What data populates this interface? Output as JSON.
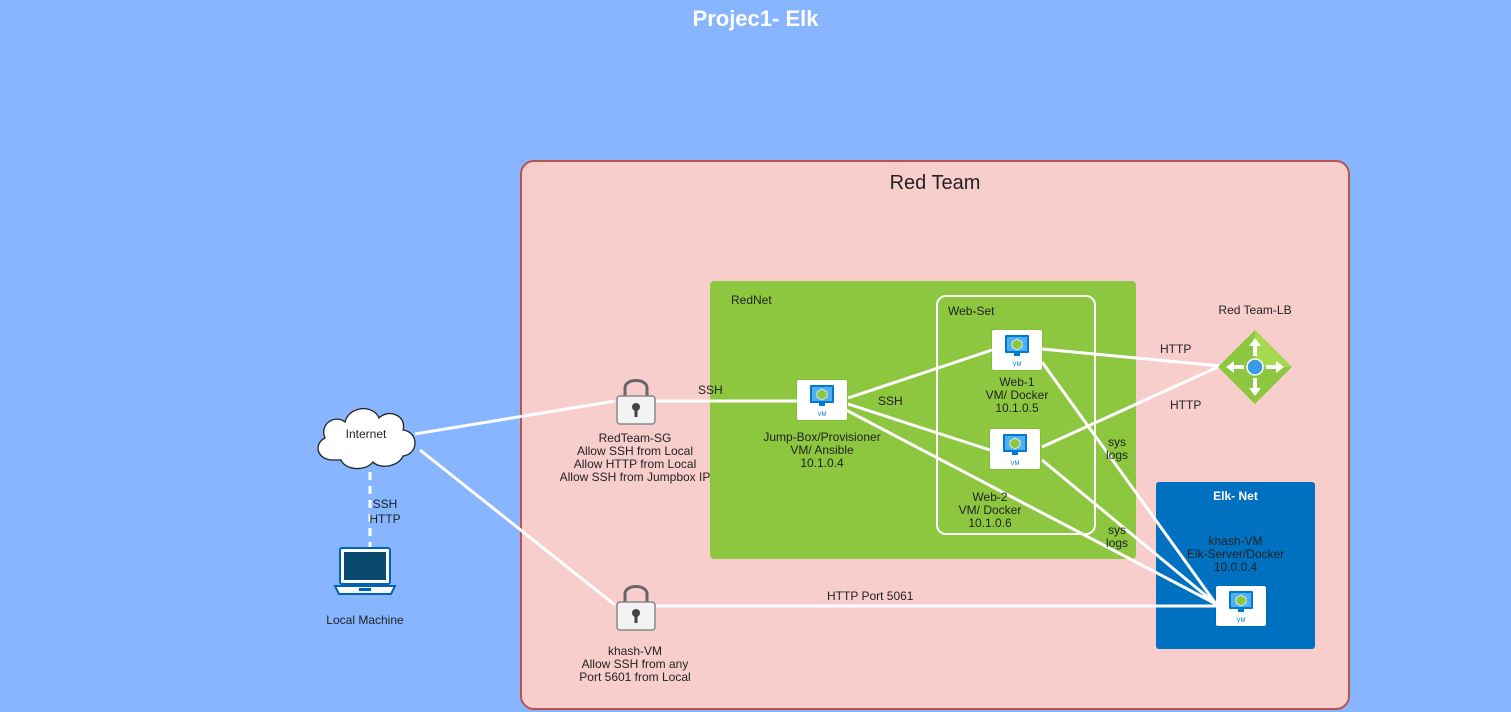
{
  "title": "Projec1- Elk",
  "zones": {
    "red_team": "Red Team",
    "rednet": "RedNet",
    "web_set": "Web-Set",
    "elk_net": "Elk- Net"
  },
  "nodes": {
    "internet": "Internet",
    "local_machine": "Local Machine",
    "redteam_sg": [
      "RedTeam-SG",
      "Allow SSH from Local",
      "Allow HTTP from Local",
      "Allow SSH from Jumpbox IP"
    ],
    "khash_sg": [
      "khash-VM",
      "Allow SSH from any",
      "Port 5601 from Local"
    ],
    "jumpbox": [
      "Jump-Box/Provisioner",
      "VM/ Ansible",
      "10.1.0.4"
    ],
    "web1": [
      "Web-1",
      "VM/ Docker",
      "10.1.0.5"
    ],
    "web2": [
      "Web-2",
      "VM/ Docker",
      "10.1.0.6"
    ],
    "elk_vm": [
      "khash-VM",
      "Elk-Server/Docker",
      "10.0.0.4"
    ],
    "lb": "Red Team-LB",
    "vm_badge": "VM"
  },
  "edges": {
    "local_ssh": "SSH",
    "local_http": "HTTP",
    "sg_ssh": "SSH",
    "jump_ssh": "SSH",
    "lb_http_1": "HTTP",
    "lb_http_2": "HTTP",
    "syslogs_1_a": "sys",
    "syslogs_1_b": "logs",
    "syslogs_2_a": "sys",
    "syslogs_2_b": "logs",
    "http_port": "HTTP Port 5061"
  },
  "colors": {
    "background": "#87b5ff",
    "red_team_fill": "#f8cecc",
    "red_team_border": "#b85450",
    "rednet_fill": "#8dc63f",
    "elk_net_fill": "#0070c0",
    "vm_icon": "#0078d4",
    "vm_accent": "#8dc63f",
    "lb_fill": "#8dc63f"
  },
  "icons": {
    "internet": "cloud-icon",
    "local_machine": "laptop-icon",
    "security_group": "lock-icon",
    "vm": "vm-monitor-icon",
    "load_balancer": "load-balancer-icon"
  }
}
